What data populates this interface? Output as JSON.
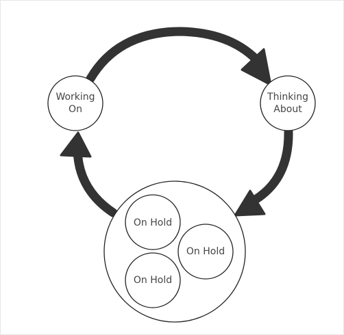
{
  "diagram": {
    "nodes": {
      "working_on": {
        "line1": "Working",
        "line2": "On"
      },
      "thinking_about": {
        "line1": "Thinking",
        "line2": "About"
      },
      "on_hold_1": {
        "label": "On Hold"
      },
      "on_hold_2": {
        "label": "On Hold"
      },
      "on_hold_3": {
        "label": "On Hold"
      }
    },
    "edges": [
      {
        "from": "working_on",
        "to": "thinking_about"
      },
      {
        "from": "thinking_about",
        "to": "on_hold_group"
      },
      {
        "from": "on_hold_group",
        "to": "working_on"
      }
    ]
  }
}
